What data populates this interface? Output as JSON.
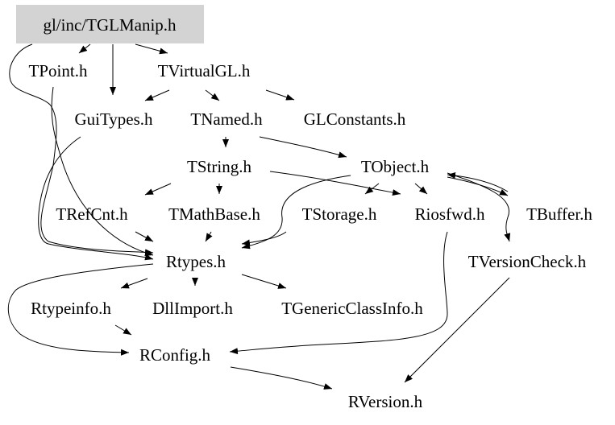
{
  "colors": {
    "root_fill": "#d3d3d3",
    "edge": "#000000",
    "text": "#000000",
    "background": "#ffffff"
  },
  "nodes": {
    "root": "gl/inc/TGLManip.h",
    "tpoint": "TPoint.h",
    "tvirtualgl": "TVirtualGL.h",
    "guitypes": "GuiTypes.h",
    "tnamed": "TNamed.h",
    "glconstants": "GLConstants.h",
    "tstring": "TString.h",
    "tobject": "TObject.h",
    "trefcnt": "TRefCnt.h",
    "tmathbase": "TMathBase.h",
    "tstorage": "TStorage.h",
    "riosfwd": "Riosfwd.h",
    "tbuffer": "TBuffer.h",
    "rtypes": "Rtypes.h",
    "tversioncheck": "TVersionCheck.h",
    "rtypeinfo": "Rtypeinfo.h",
    "dllimport": "DllImport.h",
    "tgenericclassinfo": "TGenericClassInfo.h",
    "rconfig": "RConfig.h",
    "rversion": "RVersion.h"
  },
  "edges": [
    [
      "root",
      "tpoint"
    ],
    [
      "root",
      "guitypes"
    ],
    [
      "root",
      "tvirtualgl"
    ],
    [
      "root",
      "rtypes"
    ],
    [
      "tpoint",
      "rtypes"
    ],
    [
      "tvirtualgl",
      "guitypes"
    ],
    [
      "tvirtualgl",
      "tnamed"
    ],
    [
      "tvirtualgl",
      "glconstants"
    ],
    [
      "guitypes",
      "rtypes"
    ],
    [
      "tnamed",
      "tstring"
    ],
    [
      "tnamed",
      "tobject"
    ],
    [
      "tstring",
      "trefcnt"
    ],
    [
      "tstring",
      "tmathbase"
    ],
    [
      "tstring",
      "riosfwd"
    ],
    [
      "tobject",
      "tstorage"
    ],
    [
      "tobject",
      "riosfwd"
    ],
    [
      "tobject",
      "tbuffer"
    ],
    [
      "tobject",
      "rtypes"
    ],
    [
      "tobject",
      "tversioncheck"
    ],
    [
      "tbuffer",
      "tobject"
    ],
    [
      "trefcnt",
      "rtypes"
    ],
    [
      "tmathbase",
      "rtypes"
    ],
    [
      "tstorage",
      "rtypes"
    ],
    [
      "riosfwd",
      "rconfig"
    ],
    [
      "tversioncheck",
      "rversion"
    ],
    [
      "rtypes",
      "rtypeinfo"
    ],
    [
      "rtypes",
      "dllimport"
    ],
    [
      "rtypes",
      "tgenericclassinfo"
    ],
    [
      "rtypes",
      "rconfig"
    ],
    [
      "rtypeinfo",
      "rconfig"
    ],
    [
      "rconfig",
      "rversion"
    ]
  ]
}
